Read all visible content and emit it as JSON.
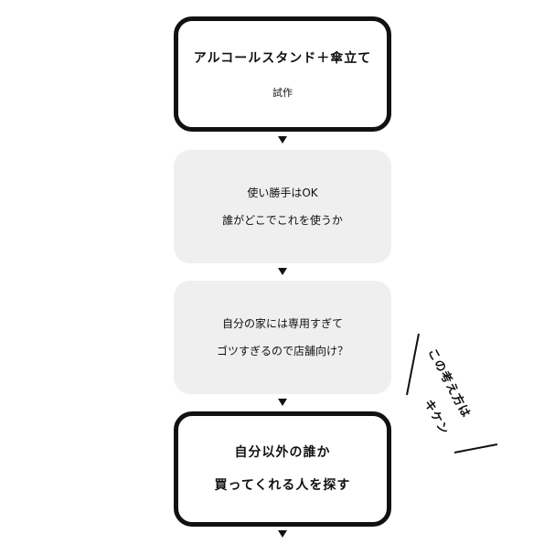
{
  "steps": [
    {
      "title": "アルコールスタンド＋傘立て",
      "subtitle": "試作"
    },
    {
      "line1": "使い勝手はOK",
      "line2": "誰がどこでこれを使うか"
    },
    {
      "line1": "自分の家には専用すぎて",
      "line2": "ゴツすぎるので店舗向け？"
    },
    {
      "line1": "自分以外の誰か",
      "line2": "買ってくれる人を探す"
    }
  ],
  "side_note": {
    "line1": "この考え方は",
    "line2": "キケン"
  }
}
